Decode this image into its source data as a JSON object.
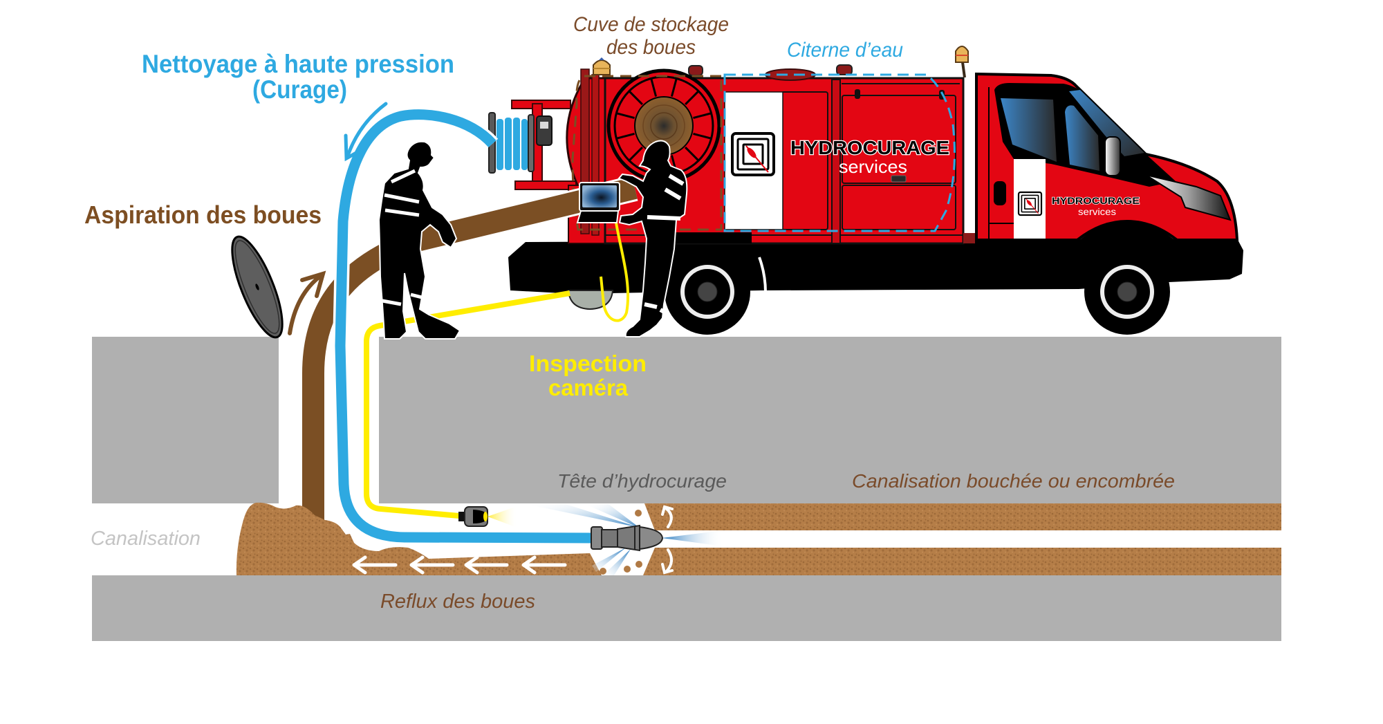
{
  "diagram": {
    "labels": {
      "high_pressure_cleaning": {
        "line1": "Nettoyage à haute pression",
        "line2": "(Curage)"
      },
      "sludge_suction": "Aspiration des boues",
      "sludge_storage_tank": {
        "line1": "Cuve de stockage",
        "line2": "des boues"
      },
      "water_tank": "Citerne d’eau",
      "camera_inspection": {
        "line1": "Inspection",
        "line2": "caméra"
      },
      "jetting_head": "Tête d’hydrocurage",
      "blocked_pipe": "Canalisation bouchée ou encombrée",
      "pipe": "Canalisation",
      "sludge_backflow": "Reflux des boues"
    },
    "truck_branding": {
      "body": {
        "name": "HYDROCURAGE",
        "tagline": "services"
      },
      "cab": {
        "name": "HYDROCURAGE",
        "tagline": "services"
      }
    },
    "icons": [
      "manhole-cover-icon",
      "worker-icon",
      "camera-monitor-icon",
      "hose-reel-icon",
      "jetting-nozzle-icon",
      "inspection-camera-icon",
      "beacon-light-icon",
      "company-logo-icon"
    ]
  },
  "colors": {
    "water": "#2EA9E1",
    "sludge": "#7B4F24",
    "camera_cable": "#FFED00",
    "truck_red": "#E30613",
    "ground": "#B0B0B0",
    "mud": "#B27C47",
    "heading_brown": "#7D4E22",
    "label_brown": "#7A4B2A",
    "label_gray": "#5A5A5A",
    "label_light": "#C4C4C4"
  }
}
